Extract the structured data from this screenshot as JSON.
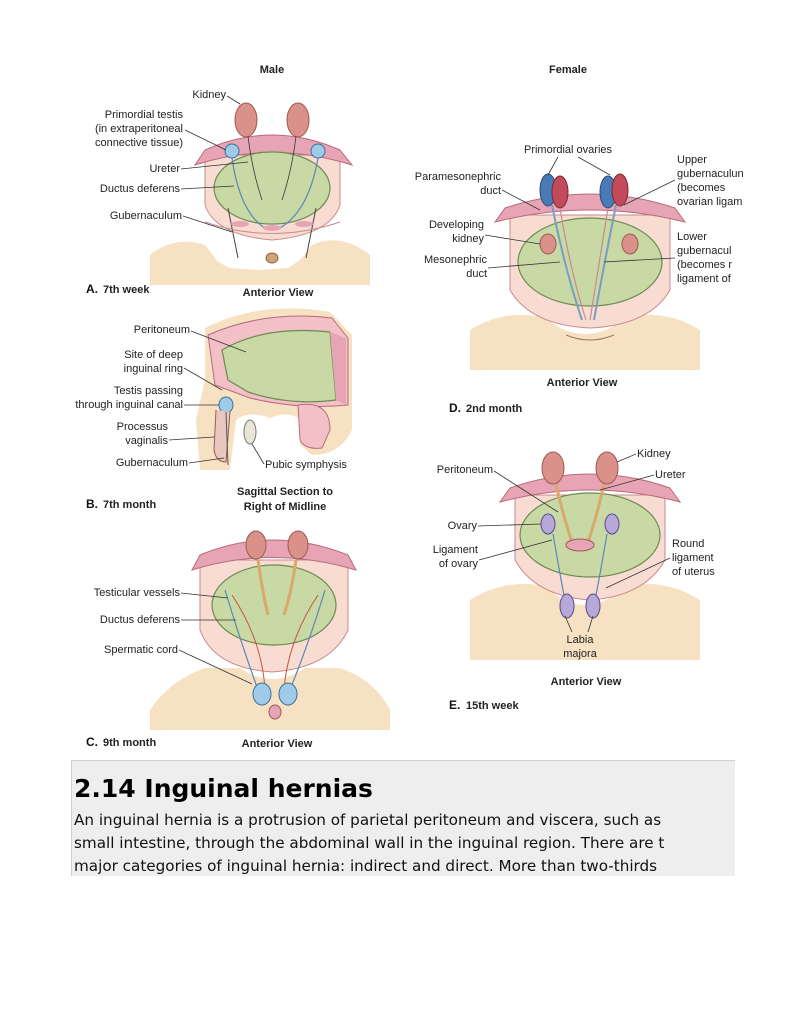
{
  "figure": {
    "male_heading": "Male",
    "female_heading": "Female",
    "panel_a": {
      "letter": "A.",
      "caption": "7th week",
      "view": "Anterior View",
      "labels": {
        "kidney": "Kidney",
        "testis_1": "Primordial testis",
        "testis_2": "(in extraperitoneal",
        "testis_3": "connective tissue)",
        "ureter": "Ureter",
        "ductus": "Ductus deferens",
        "gubernaculum": "Gubernaculum"
      }
    },
    "panel_b": {
      "letter": "B.",
      "caption": "7th month",
      "view_1": "Sagittal Section to",
      "view_2": "Right of Midline",
      "labels": {
        "peritoneum": "Peritoneum",
        "deep_ring_1": "Site of deep",
        "deep_ring_2": "inguinal ring",
        "testis_passing_1": "Testis passing",
        "testis_passing_2": "through inguinal canal",
        "processus_1": "Processus",
        "processus_2": "vaginalis",
        "gubernaculum": "Gubernaculum",
        "pubic": "Pubic symphysis"
      }
    },
    "panel_c": {
      "letter": "C.",
      "caption": "9th month",
      "view": "Anterior View",
      "labels": {
        "testicular": "Testicular vessels",
        "ductus": "Ductus deferens",
        "cord": "Spermatic cord"
      }
    },
    "panel_d": {
      "letter": "D.",
      "caption": "2nd month",
      "view": "Anterior View",
      "labels": {
        "ovaries": "Primordial ovaries",
        "paramesonephric_1": "Paramesonephric",
        "paramesonephric_2": "duct",
        "developing_1": "Developing",
        "developing_2": "kidney",
        "mesonephric_1": "Mesonephric",
        "mesonephric_2": "duct",
        "upper_1": "Upper",
        "upper_2": "gubernaculun",
        "upper_3": "(becomes",
        "upper_4": "ovarian ligam",
        "lower_1": "Lower",
        "lower_2": "gubernacul",
        "lower_3": "(becomes r",
        "lower_4": "ligament of"
      }
    },
    "panel_e": {
      "letter": "E.",
      "caption": "15th week",
      "view": "Anterior View",
      "labels": {
        "kidney": "Kidney",
        "ureter": "Ureter",
        "peritoneum": "Peritoneum",
        "ovary": "Ovary",
        "lig_ovary_1": "Ligament",
        "lig_ovary_2": "of ovary",
        "round_1": "Round",
        "round_2": "ligament",
        "round_3": "of uterus",
        "labia_1": "Labia",
        "labia_2": "majora"
      }
    }
  },
  "section": {
    "heading": "2.14 Inguinal hernias",
    "lines": [
      "An inguinal hernia is a protrusion of parietal peritoneum and viscera, such as",
      "small intestine, through the abdominal wall in the inguinal region. There are t",
      "major categories of inguinal hernia: indirect and direct. More than two-thirds"
    ]
  }
}
